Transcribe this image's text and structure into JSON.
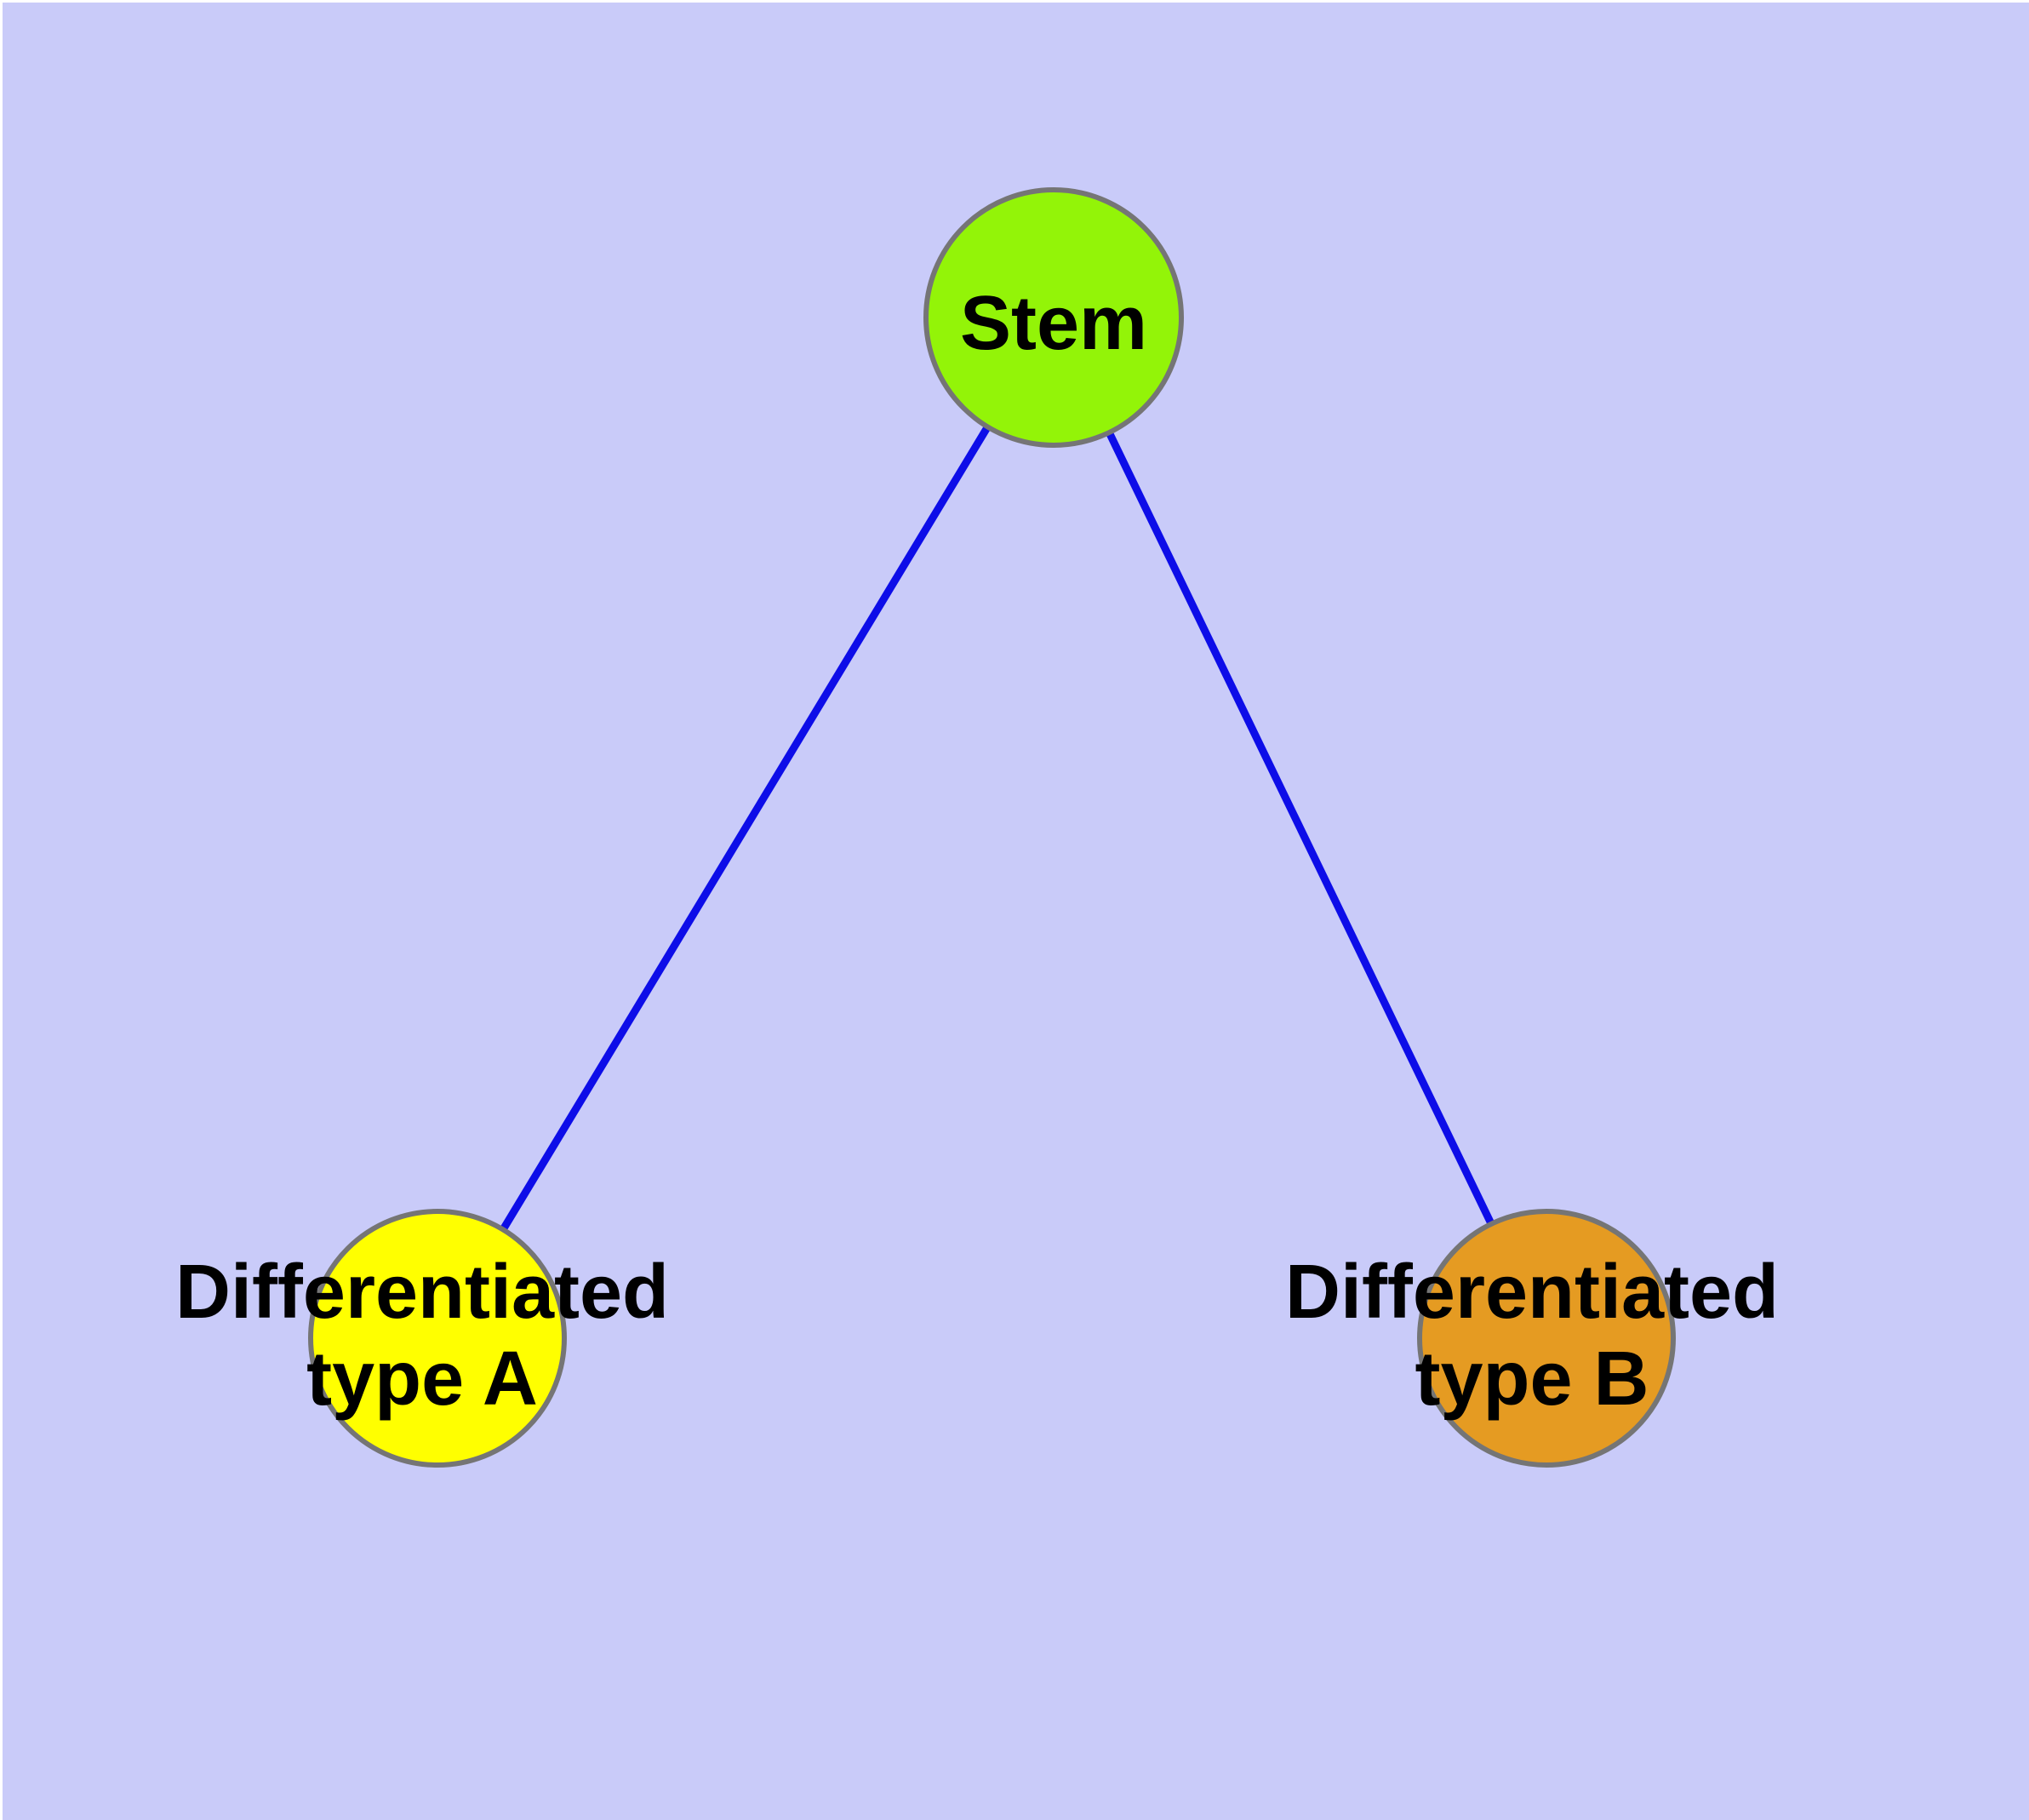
{
  "colors": {
    "page_margin": "#FFFFFF",
    "canvas_background": "#C9CBF9",
    "edge": "#0D0DE8",
    "node_border": "#757575",
    "label_text": "#000000",
    "stem_fill": "#93F408",
    "type_a_fill": "#FFFF00",
    "type_b_fill": "#E59B22"
  },
  "nodes": {
    "stem": {
      "label": "Stem"
    },
    "type_a": {
      "label_line1": "Differentiated",
      "label_line2": "type A"
    },
    "type_b": {
      "label_line1": "Differentiated",
      "label_line2": "type B"
    }
  },
  "edges": [
    {
      "from": "Stem",
      "to": "Differentiated type A"
    },
    {
      "from": "Stem",
      "to": "Differentiated type B"
    }
  ]
}
